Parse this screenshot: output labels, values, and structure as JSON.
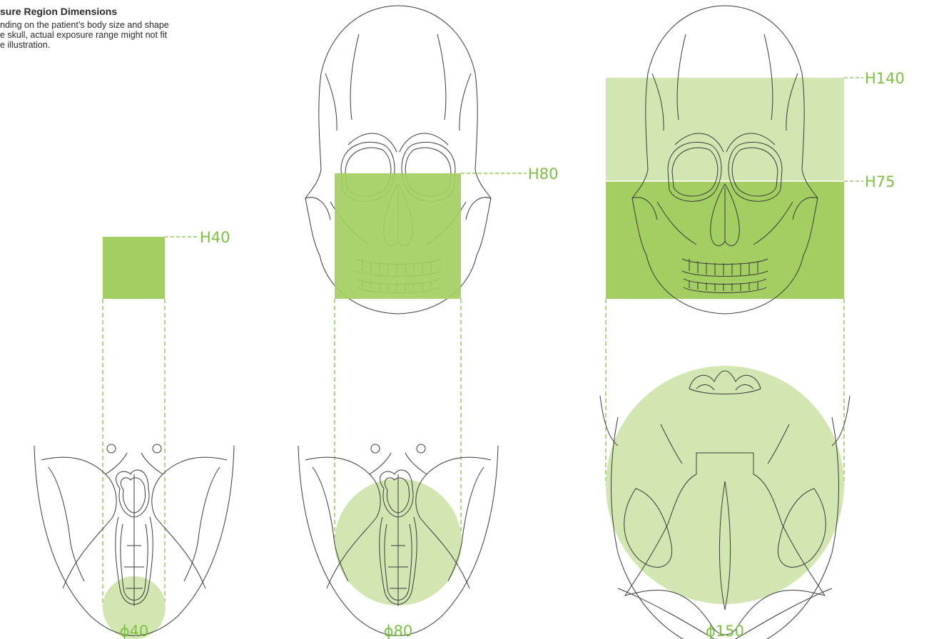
{
  "note": {
    "title": "sure Region Dimensions",
    "line1": "nding on the patient’s body size and shape",
    "line2": "e skull, actual exposure range might not fit",
    "line3": "e illustration."
  },
  "accent_color": "#7cc242",
  "fill_dark": "#a3cf62",
  "fill_light": "#d2e6b2",
  "panels": [
    {
      "height_label": "H40",
      "diameter_label": "ϕ40"
    },
    {
      "height_label": "H80",
      "diameter_label": "ϕ80"
    },
    {
      "height_labels": [
        "H140",
        "H75"
      ],
      "diameter_label": "ϕ150"
    }
  ]
}
